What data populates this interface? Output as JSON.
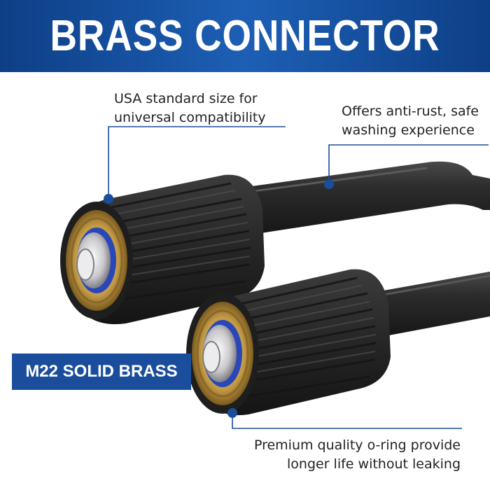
{
  "banner": {
    "title": "BRASS CONNECTOR"
  },
  "callouts": {
    "size": {
      "line1": "USA standard size for",
      "line2": "universal compatibility"
    },
    "rust": {
      "line1": "Offers anti-rust, safe",
      "line2": "washing experience"
    },
    "oring": {
      "line1": "Premium quality o-ring provide",
      "line2": "longer life without leaking"
    }
  },
  "badge": {
    "label": "M22 SOLID BRASS"
  },
  "colors": {
    "banner": "#1d5fb5",
    "accent": "#1a4e9c",
    "rubber": "#2b2b2b",
    "brass": "#c9a14a",
    "oring": "#2947b8"
  }
}
